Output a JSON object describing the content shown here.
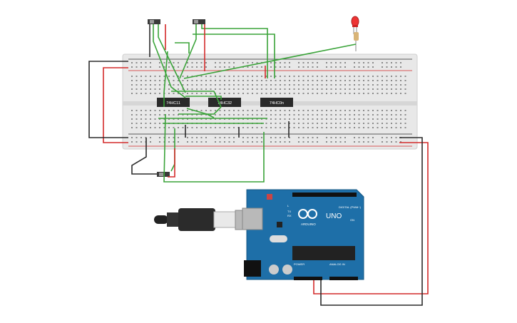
{
  "chips": [
    {
      "id": "chip-1",
      "label": "74HC11"
    },
    {
      "id": "chip-2",
      "label": "74HC32"
    },
    {
      "id": "chip-3",
      "label": "74HC0n"
    }
  ],
  "arduino": {
    "model_label": "UNO",
    "brand_label": "ARDUINO",
    "digital_label": "DIGITAL (PWM~)",
    "power_label": "POWER",
    "analog_label": "ANALOG IN",
    "tx_label": "TX",
    "rx_label": "RX",
    "l_label": "L",
    "on_label": "ON"
  },
  "colors": {
    "board": "#e6e6e6",
    "wire_green": "#3aa339",
    "wire_red": "#d42a2a",
    "wire_black": "#2b2b2b",
    "arduino": "#1e6fa8",
    "chip": "#2a2a2a"
  }
}
